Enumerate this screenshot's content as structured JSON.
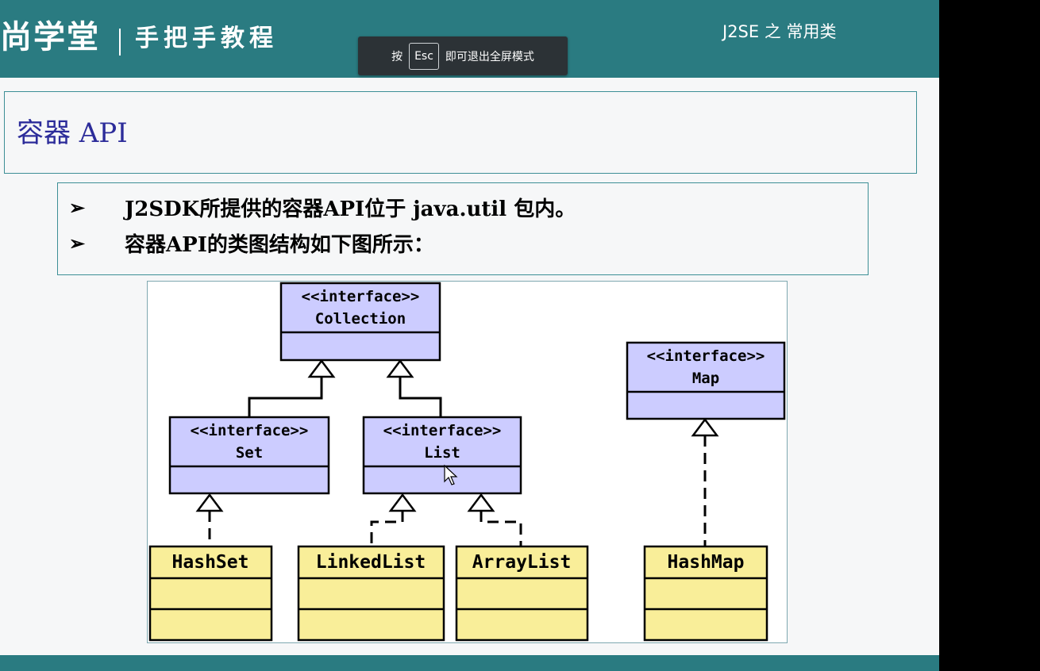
{
  "header": {
    "logo": "尚学堂",
    "tagline": "手把手教程",
    "course_title": "J2SE 之 常用类"
  },
  "toast": {
    "prefix": "按",
    "key": "Esc",
    "suffix": "即可退出全屏模式"
  },
  "slide": {
    "title": "容器 API",
    "bullets": [
      {
        "marker": "➢",
        "text": "J2SDK所提供的容器API位于 java.util 包内。"
      },
      {
        "marker": "➢",
        "text": "容器API的类图结构如下图所示："
      }
    ]
  },
  "diagram": {
    "stereotype": "<<interface>>",
    "interfaces": {
      "collection": "Collection",
      "set": "Set",
      "list": "List",
      "map": "Map"
    },
    "classes": {
      "hashset": "HashSet",
      "linkedlist": "LinkedList",
      "arraylist": "ArrayList",
      "hashmap": "HashMap"
    }
  },
  "colors": {
    "teal": "#2a7b81",
    "interface_fill": "#ccccff",
    "class_fill": "#f9ee99"
  }
}
